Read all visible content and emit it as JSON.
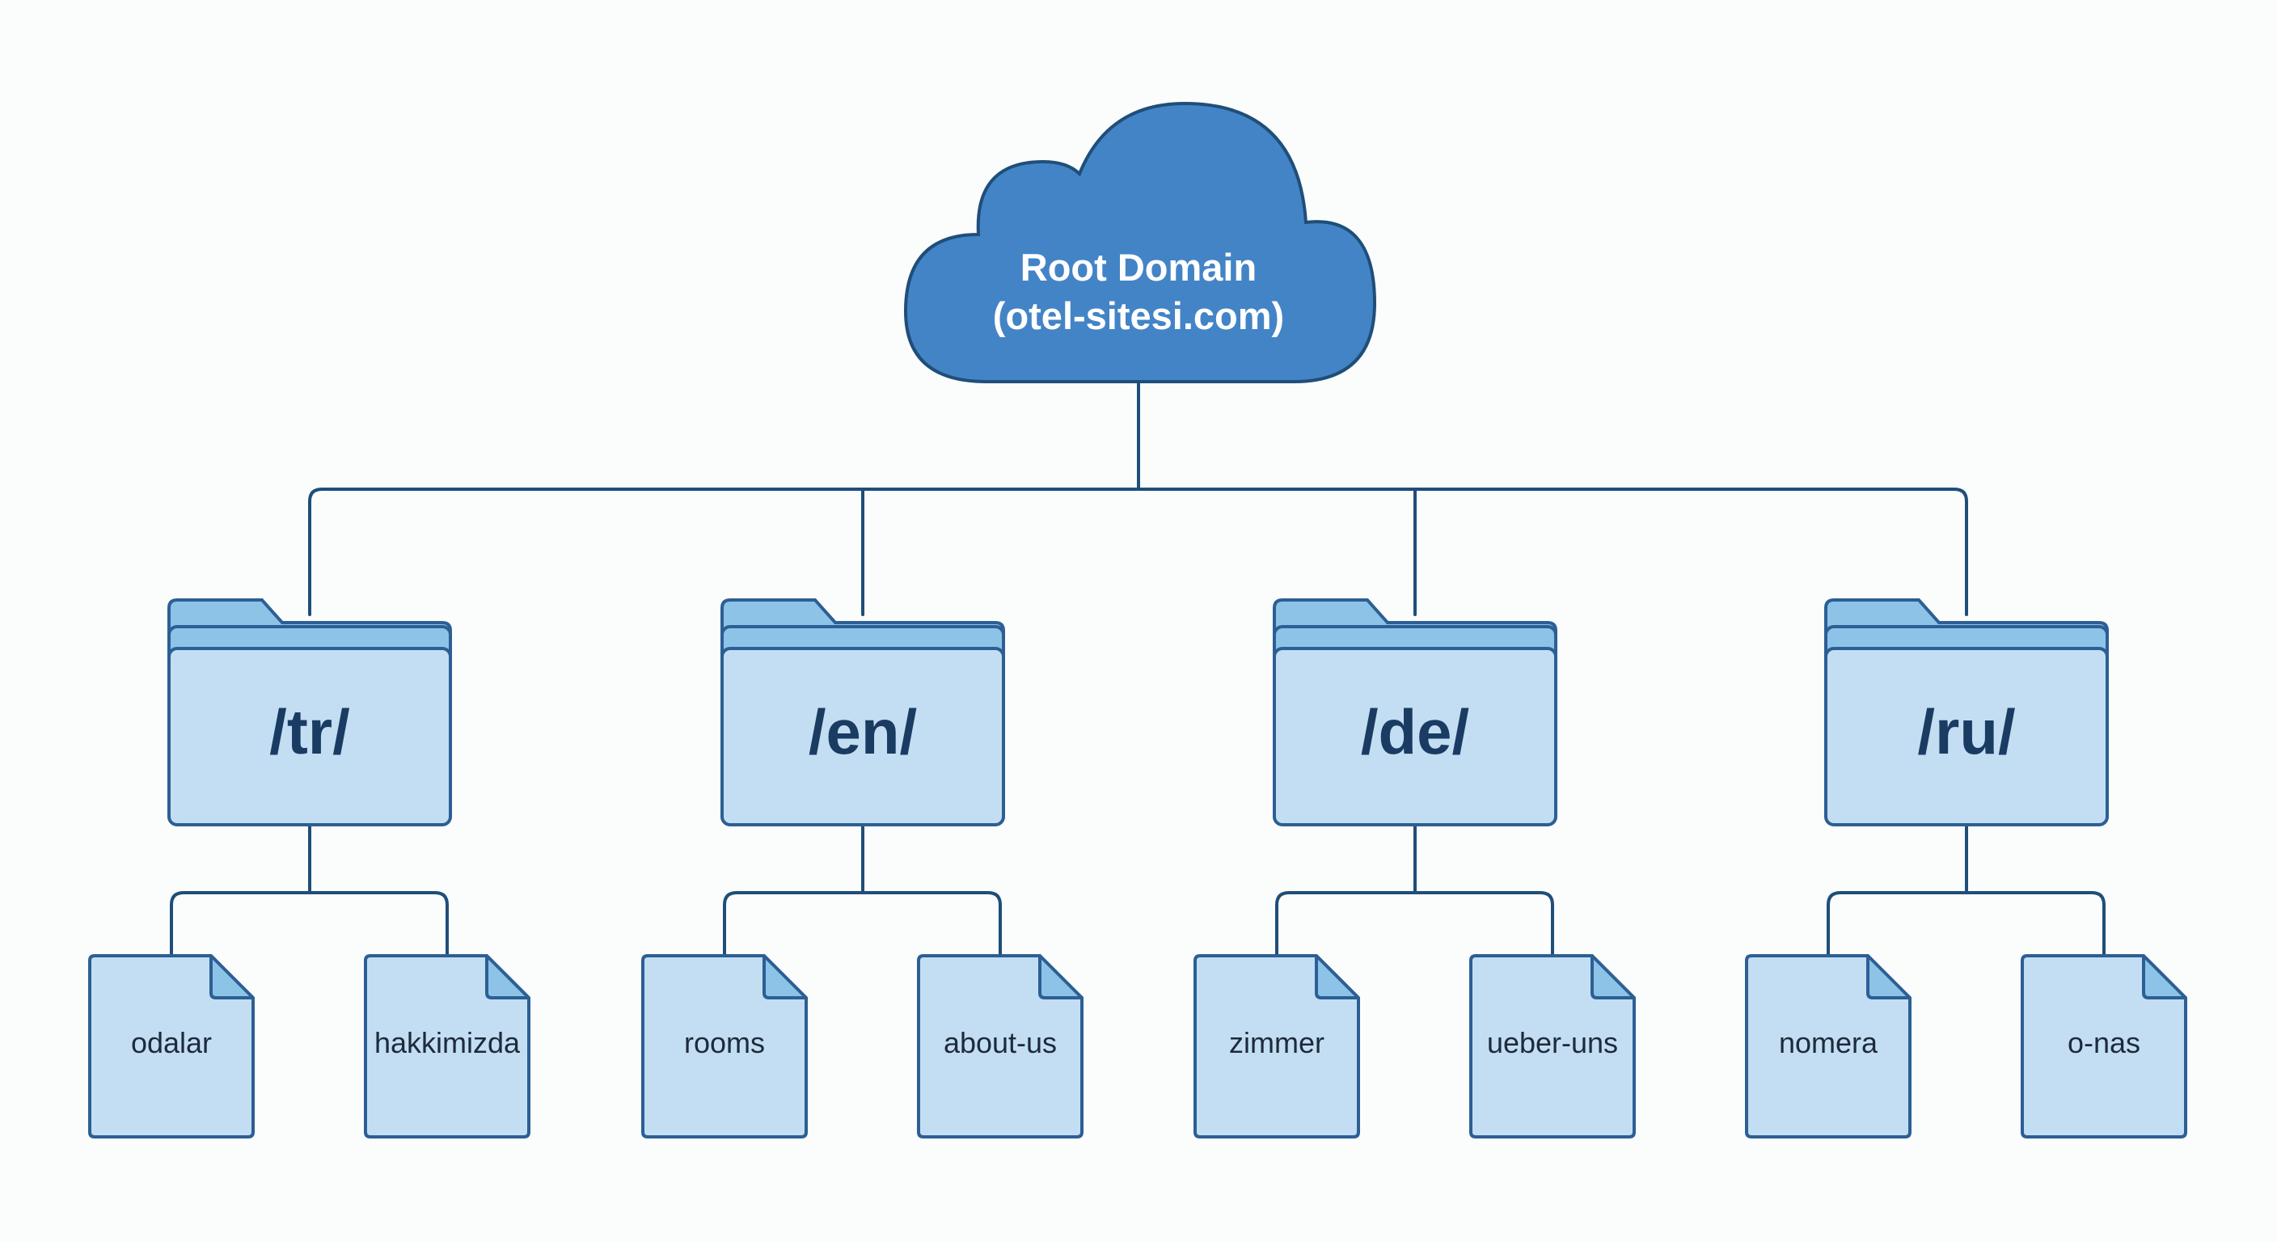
{
  "root": {
    "title": "Root Domain",
    "subtitle": "(otel-sitesi.com)",
    "icon": "cloud-icon"
  },
  "folders": [
    {
      "label": "/tr/",
      "icon": "folder-icon",
      "files": [
        "odalar",
        "hakkimizda"
      ]
    },
    {
      "label": "/en/",
      "icon": "folder-icon",
      "files": [
        "rooms",
        "about-us"
      ]
    },
    {
      "label": "/de/",
      "icon": "folder-icon",
      "files": [
        "zimmer",
        "ueber-uns"
      ]
    },
    {
      "label": "/ru/",
      "icon": "folder-icon",
      "files": [
        "nomera",
        "o-nas"
      ]
    }
  ],
  "colors": {
    "cloud": "#4384c6",
    "folder_tab": "#8ec3e8",
    "folder_body": "#c3def3",
    "outline": "#2c5f94",
    "connector": "#1f4e79",
    "background": "#fbfcfc"
  }
}
